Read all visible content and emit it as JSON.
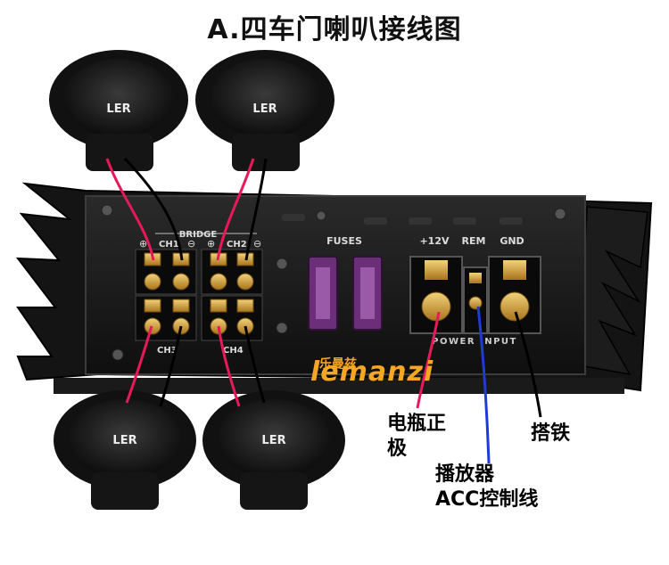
{
  "title": "A.四车门喇叭接线图",
  "amp": {
    "bridge_label": "BRIDGE",
    "channels": [
      "CH1",
      "CH2",
      "CH3",
      "CH4"
    ],
    "fuses_label": "FUSES",
    "terminals": [
      "+12V",
      "REM",
      "GND"
    ],
    "power_input_label": "POWER INPUT"
  },
  "speaker_brand": "LER",
  "watermark": {
    "cn": "乐曼兹",
    "en": "lemanzi"
  },
  "callouts": {
    "battery_positive": "电瓶正极",
    "ground": "搭铁",
    "acc_line1": "播放器",
    "acc_line2": "ACC控制线"
  },
  "colors": {
    "positive_wire": "#e8195a",
    "negative_wire": "#000000",
    "acc_wire": "#1f3bd6",
    "fuse": "#6b2f7a",
    "gold": "#d9a53a"
  }
}
